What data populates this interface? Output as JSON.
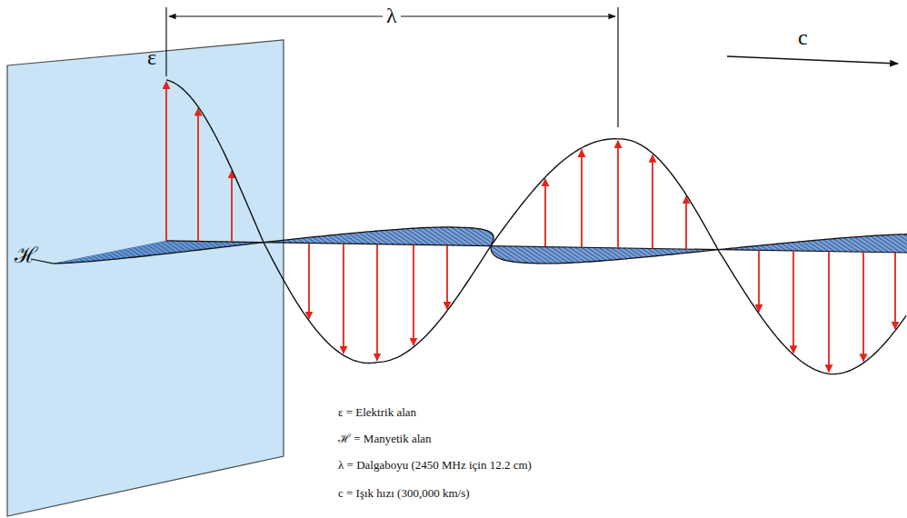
{
  "diagram": {
    "labels": [
      "λ",
      "ε",
      "ℋ",
      "c",
      "ε = Elektrik alan",
      "ℋ = Manyetik alan",
      "λ = Dalgaboyu (2450 MHz için 12.2 cm)",
      "c = Işık hızı (300,000 km/s)"
    ]
  }
}
